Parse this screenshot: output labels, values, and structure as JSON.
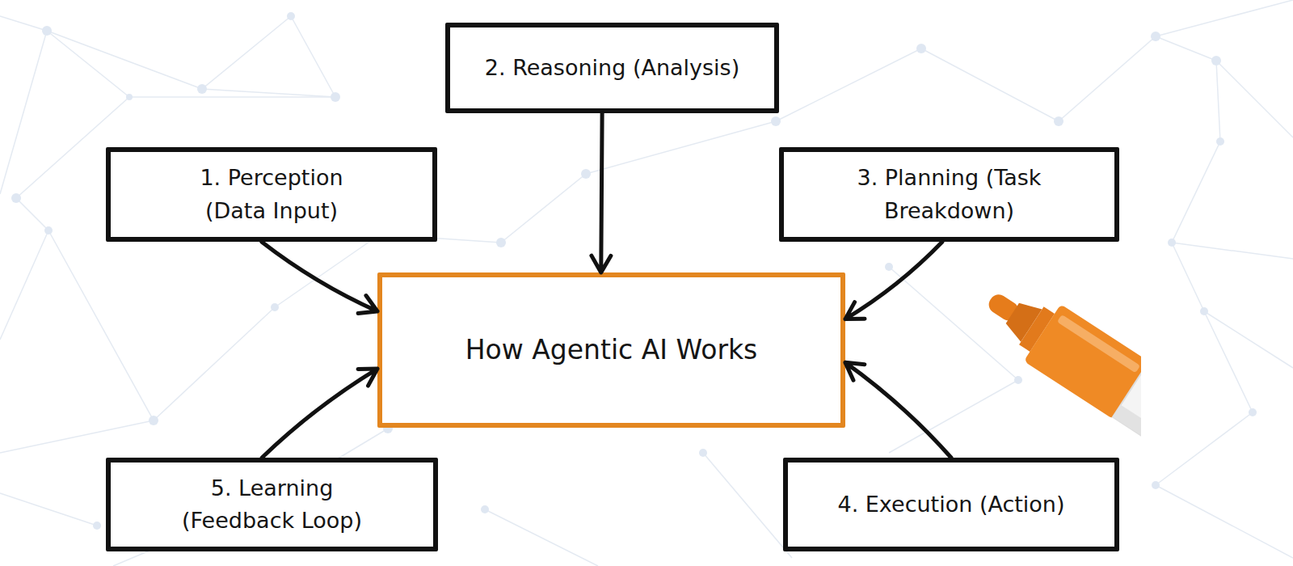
{
  "diagram": {
    "nodes": [
      {
        "text": [
          "2. Reasoning (Analysis)"
        ]
      },
      {
        "text": [
          "1. Perception (Data Input)"
        ]
      },
      {
        "text": [
          "3. Planning (Task Breakdown)"
        ]
      },
      {
        "text": [
          "How Agentic AI Works"
        ]
      },
      {
        "text": [
          "5. Learning (Feedback Loop)"
        ]
      },
      {
        "text": [
          "4. Execution (Action)"
        ]
      }
    ],
    "edges": [
      {
        "from": 0,
        "to": 3,
        "arrow": "to"
      },
      {
        "from": 1,
        "to": 3,
        "arrow": "to"
      },
      {
        "from": 2,
        "to": 3,
        "arrow": "to"
      },
      {
        "from": 4,
        "to": 3,
        "arrow": "to"
      },
      {
        "from": 5,
        "to": 3,
        "arrow": "to"
      }
    ]
  }
}
